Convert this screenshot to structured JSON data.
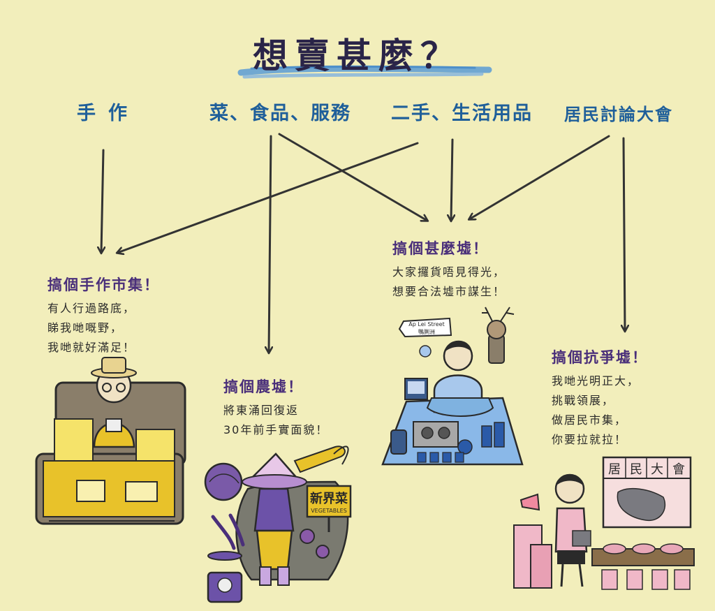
{
  "title": "想賣甚麼？",
  "categories": {
    "handmade": "手作",
    "food": "菜、食品、服務",
    "secondhand": "二手、生活用品",
    "assembly": "居民討論大會"
  },
  "outcomes": {
    "craft_market": {
      "title": "搞個手作市集！",
      "lines": [
        "有人行過路底，",
        "睇我哋嘅野，",
        "我哋就好滿足！"
      ]
    },
    "farm_market": {
      "title": "搞個農墟！",
      "lines": [
        "將東涌回復返",
        "30年前手實面貌！"
      ]
    },
    "flea_market": {
      "title": "搞個甚麼墟！",
      "lines": [
        "大家攞貨唔見得光，",
        "想要合法墟市謀生！"
      ]
    },
    "protest_market": {
      "title": "搞個抗爭墟！",
      "lines": [
        "我哋光明正大，",
        "挑戰領展，",
        "做居民市集，",
        "你要拉就拉！"
      ]
    }
  },
  "signs": {
    "street_sign_en": "Ap Lei Street",
    "street_sign_zh": "鴨脷洲",
    "veg_sign_zh": "新界菜",
    "veg_sign_en": "VEGETABLES",
    "assembly_banner": [
      "居",
      "民",
      "大",
      "會"
    ]
  },
  "colors": {
    "background": "#f2eebb",
    "category_text": "#1f5f9a",
    "outcome_title": "#4a2f7a",
    "arrow": "#333333",
    "brush_stroke": "#5b9bd5"
  }
}
